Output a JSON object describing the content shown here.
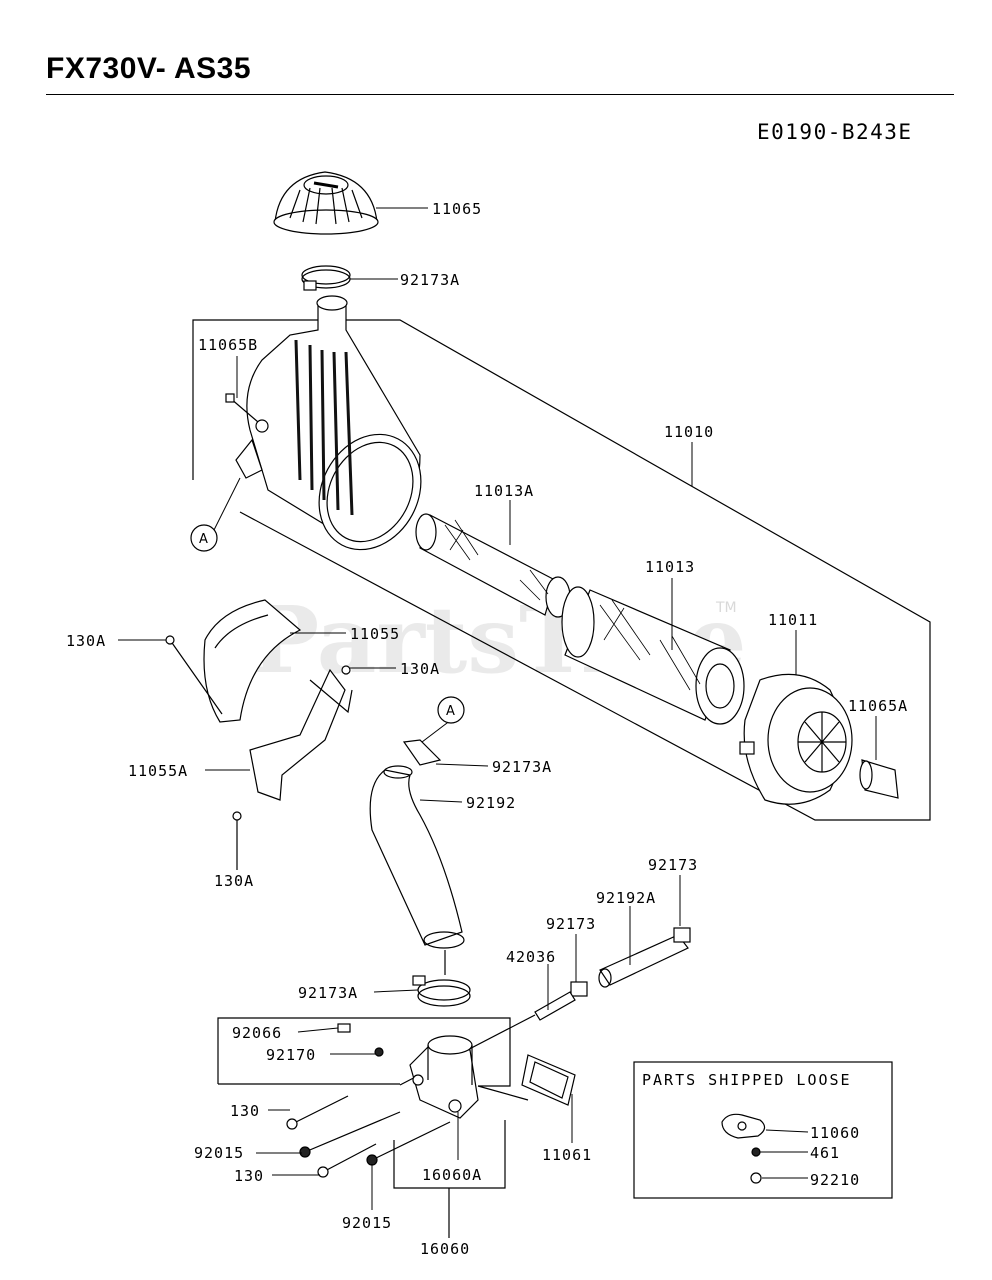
{
  "model": "FX730V- AS35",
  "drawing_code": "E0190-B243E",
  "watermark": "PartsTree",
  "watermark_tm": "TM",
  "callout_letter": "A",
  "parts_shipped_loose": {
    "title": "PARTS SHIPPED LOOSE",
    "items": [
      "11060",
      "461",
      "92210"
    ]
  },
  "part_labels": [
    "11065",
    "92173A",
    "11065B",
    "11010",
    "11013A",
    "11013",
    "11011",
    "11065A",
    "130A",
    "11055",
    "130A",
    "11055A",
    "130A",
    "92173A",
    "92192",
    "92173",
    "92192A",
    "92173",
    "42036",
    "92173A",
    "92066",
    "92170",
    "130",
    "92015",
    "130",
    "92015",
    "16060A",
    "11061",
    "16060"
  ]
}
